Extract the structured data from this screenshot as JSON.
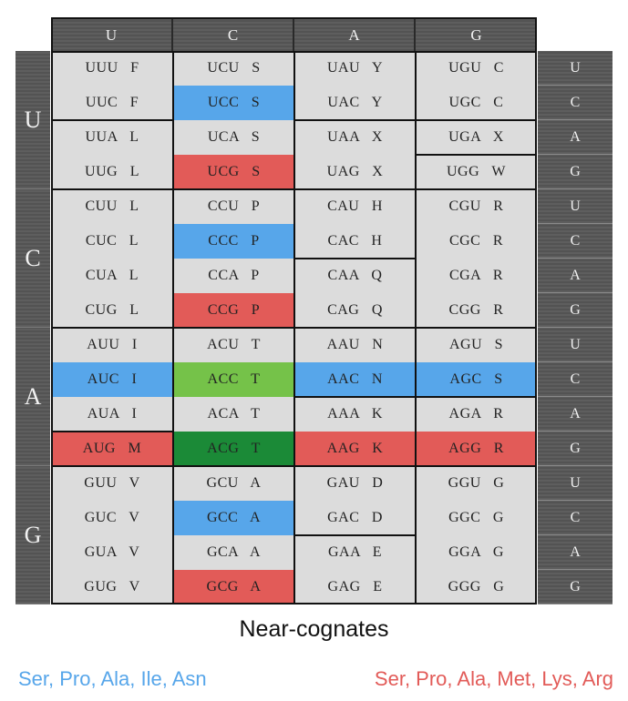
{
  "bases": [
    "U",
    "C",
    "A",
    "G"
  ],
  "colors": {
    "neutral": "#dcdcdc",
    "blue": "#57a6ea",
    "red": "#e25b58",
    "light_green": "#75c249",
    "dark_green": "#1b8a37",
    "header": "#585858"
  },
  "codons": [
    [
      [
        {
          "codon": "UUU",
          "aa": "F",
          "color": "neutral"
        },
        {
          "codon": "UCU",
          "aa": "S",
          "color": "neutral"
        },
        {
          "codon": "UAU",
          "aa": "Y",
          "color": "neutral"
        },
        {
          "codon": "UGU",
          "aa": "C",
          "color": "neutral"
        }
      ],
      [
        {
          "codon": "UUC",
          "aa": "F",
          "color": "neutral"
        },
        {
          "codon": "UCC",
          "aa": "S",
          "color": "blue"
        },
        {
          "codon": "UAC",
          "aa": "Y",
          "color": "neutral"
        },
        {
          "codon": "UGC",
          "aa": "C",
          "color": "neutral"
        }
      ],
      [
        {
          "codon": "UUA",
          "aa": "L",
          "color": "neutral"
        },
        {
          "codon": "UCA",
          "aa": "S",
          "color": "neutral"
        },
        {
          "codon": "UAA",
          "aa": "X",
          "color": "neutral"
        },
        {
          "codon": "UGA",
          "aa": "X",
          "color": "neutral"
        }
      ],
      [
        {
          "codon": "UUG",
          "aa": "L",
          "color": "neutral"
        },
        {
          "codon": "UCG",
          "aa": "S",
          "color": "red"
        },
        {
          "codon": "UAG",
          "aa": "X",
          "color": "neutral"
        },
        {
          "codon": "UGG",
          "aa": "W",
          "color": "neutral"
        }
      ]
    ],
    [
      [
        {
          "codon": "CUU",
          "aa": "L",
          "color": "neutral"
        },
        {
          "codon": "CCU",
          "aa": "P",
          "color": "neutral"
        },
        {
          "codon": "CAU",
          "aa": "H",
          "color": "neutral"
        },
        {
          "codon": "CGU",
          "aa": "R",
          "color": "neutral"
        }
      ],
      [
        {
          "codon": "CUC",
          "aa": "L",
          "color": "neutral"
        },
        {
          "codon": "CCC",
          "aa": "P",
          "color": "blue"
        },
        {
          "codon": "CAC",
          "aa": "H",
          "color": "neutral"
        },
        {
          "codon": "CGC",
          "aa": "R",
          "color": "neutral"
        }
      ],
      [
        {
          "codon": "CUA",
          "aa": "L",
          "color": "neutral"
        },
        {
          "codon": "CCA",
          "aa": "P",
          "color": "neutral"
        },
        {
          "codon": "CAA",
          "aa": "Q",
          "color": "neutral"
        },
        {
          "codon": "CGA",
          "aa": "R",
          "color": "neutral"
        }
      ],
      [
        {
          "codon": "CUG",
          "aa": "L",
          "color": "neutral"
        },
        {
          "codon": "CCG",
          "aa": "P",
          "color": "red"
        },
        {
          "codon": "CAG",
          "aa": "Q",
          "color": "neutral"
        },
        {
          "codon": "CGG",
          "aa": "R",
          "color": "neutral"
        }
      ]
    ],
    [
      [
        {
          "codon": "AUU",
          "aa": "I",
          "color": "neutral"
        },
        {
          "codon": "ACU",
          "aa": "T",
          "color": "neutral"
        },
        {
          "codon": "AAU",
          "aa": "N",
          "color": "neutral"
        },
        {
          "codon": "AGU",
          "aa": "S",
          "color": "neutral"
        }
      ],
      [
        {
          "codon": "AUC",
          "aa": "I",
          "color": "blue"
        },
        {
          "codon": "ACC",
          "aa": "T",
          "color": "light_green"
        },
        {
          "codon": "AAC",
          "aa": "N",
          "color": "blue"
        },
        {
          "codon": "AGC",
          "aa": "S",
          "color": "blue"
        }
      ],
      [
        {
          "codon": "AUA",
          "aa": "I",
          "color": "neutral"
        },
        {
          "codon": "ACA",
          "aa": "T",
          "color": "neutral"
        },
        {
          "codon": "AAA",
          "aa": "K",
          "color": "neutral"
        },
        {
          "codon": "AGA",
          "aa": "R",
          "color": "neutral"
        }
      ],
      [
        {
          "codon": "AUG",
          "aa": "M",
          "color": "red"
        },
        {
          "codon": "ACG",
          "aa": "T",
          "color": "dark_green"
        },
        {
          "codon": "AAG",
          "aa": "K",
          "color": "red"
        },
        {
          "codon": "AGG",
          "aa": "R",
          "color": "red"
        }
      ]
    ],
    [
      [
        {
          "codon": "GUU",
          "aa": "V",
          "color": "neutral"
        },
        {
          "codon": "GCU",
          "aa": "A",
          "color": "neutral"
        },
        {
          "codon": "GAU",
          "aa": "D",
          "color": "neutral"
        },
        {
          "codon": "GGU",
          "aa": "G",
          "color": "neutral"
        }
      ],
      [
        {
          "codon": "GUC",
          "aa": "V",
          "color": "neutral"
        },
        {
          "codon": "GCC",
          "aa": "A",
          "color": "blue"
        },
        {
          "codon": "GAC",
          "aa": "D",
          "color": "neutral"
        },
        {
          "codon": "GGC",
          "aa": "G",
          "color": "neutral"
        }
      ],
      [
        {
          "codon": "GUA",
          "aa": "V",
          "color": "neutral"
        },
        {
          "codon": "GCA",
          "aa": "A",
          "color": "neutral"
        },
        {
          "codon": "GAA",
          "aa": "E",
          "color": "neutral"
        },
        {
          "codon": "GGA",
          "aa": "G",
          "color": "neutral"
        }
      ],
      [
        {
          "codon": "GUG",
          "aa": "V",
          "color": "neutral"
        },
        {
          "codon": "GCG",
          "aa": "A",
          "color": "red"
        },
        {
          "codon": "GAG",
          "aa": "E",
          "color": "neutral"
        },
        {
          "codon": "GGG",
          "aa": "G",
          "color": "neutral"
        }
      ]
    ]
  ],
  "caption": "Near-cognates",
  "legend": {
    "blue_text": "Ser, Pro, Ala, Ile, Asn",
    "blue_color": "#57a6ea",
    "red_text": "Ser, Pro, Ala, Met, Lys, Arg",
    "red_color": "#e25b58"
  }
}
